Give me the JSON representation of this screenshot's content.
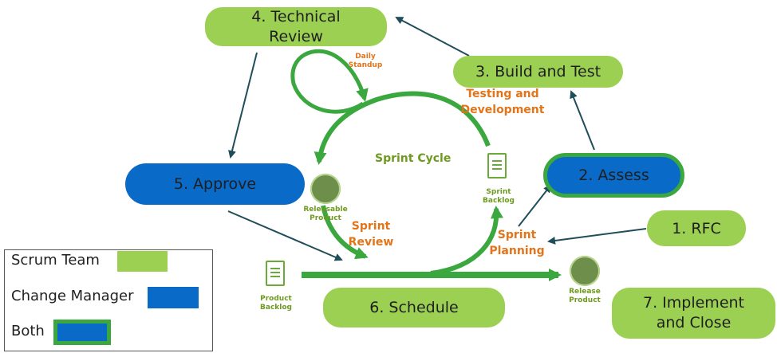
{
  "nodes": {
    "technical_review": "4. Technical Review",
    "build_test": "3. Build and Test",
    "approve": "5. Approve",
    "assess": "2. Assess",
    "rfc": "1. RFC",
    "schedule": "6. Schedule",
    "implement": "7. Implement and Close"
  },
  "labels": {
    "daily_standup": "Daily Standup",
    "testing_development": "Testing and Development",
    "sprint_cycle": "Sprint Cycle",
    "sprint_backlog": "Sprint Backlog",
    "releasable_product": "Releasable Product",
    "sprint_review": "Sprint Review",
    "sprint_planning": "Sprint Planning",
    "product_backlog": "Product Backlog",
    "release_product": "Release Product"
  },
  "legend": {
    "scrum_team": "Scrum Team",
    "change_manager": "Change Manager",
    "both": "Both"
  },
  "colors": {
    "green": "#9bd052",
    "blue": "#0a6ac8",
    "dark_green": "#3aa83e",
    "arrow_dark": "#1f4e5a",
    "orange": "#e2741a",
    "olive": "#6e9a1f"
  }
}
